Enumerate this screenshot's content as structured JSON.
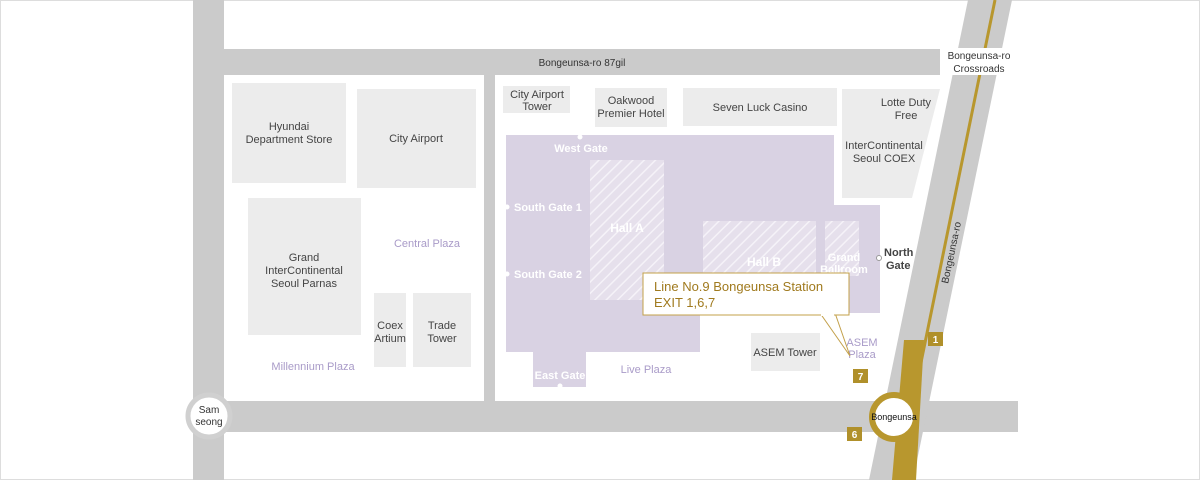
{
  "colors": {
    "road": "#cbcbcb",
    "building": "#ececec",
    "venue": "#d9d2e3",
    "venue_hall_hatch": "#ede8f2",
    "plaza_text": "#a99bc8",
    "subway_line": "#b8972e",
    "exit_badge": "#b0902a",
    "callout_border": "#c3a04a",
    "callout_text": "#a07a1e"
  },
  "roads": {
    "top": "Bongeunsa-ro 87gil",
    "diagonal": "Bongeunsa-ro",
    "crossroads_line1": "Bongeunsa-ro",
    "crossroads_line2": "Crossroads"
  },
  "buildings": {
    "hyundai": [
      "Hyundai",
      "Department Store"
    ],
    "city_airport": "City Airport",
    "grand_ic": [
      "Grand",
      "InterContinental",
      "Seoul Parnas"
    ],
    "coex_artium": [
      "Coex",
      "Artium"
    ],
    "trade_tower": [
      "Trade",
      "Tower"
    ],
    "city_airport_tower": [
      "City Airport",
      "Tower"
    ],
    "oakwood": [
      "Oakwood",
      "Premier Hotel"
    ],
    "seven_luck": "Seven Luck Casino",
    "lotte": [
      "Lotte Duty",
      "Free"
    ],
    "ic_coex": [
      "InterContinental",
      "Seoul COEX"
    ],
    "asem_tower": "ASEM Tower"
  },
  "plazas": {
    "central": "Central Plaza",
    "millennium": "Millennium Plaza",
    "live": "Live Plaza",
    "asem": [
      "ASEM",
      "Plaza"
    ]
  },
  "gates": {
    "west": "West Gate",
    "south1": "South Gate 1",
    "south2": "South Gate 2",
    "east": "East Gate",
    "north": [
      "North",
      "Gate"
    ]
  },
  "halls": {
    "a": "Hall A",
    "b": "Hall B",
    "grand_ballroom": [
      "Grand",
      "Ballroom"
    ]
  },
  "stations": {
    "samseong": [
      "Sam",
      "seong"
    ],
    "bongeunsa": "Bongeunsa"
  },
  "callout": {
    "line1": "Line No.9 Bongeunsa Station",
    "line2": "EXIT 1,6,7"
  },
  "exits": [
    "1",
    "6",
    "7"
  ]
}
